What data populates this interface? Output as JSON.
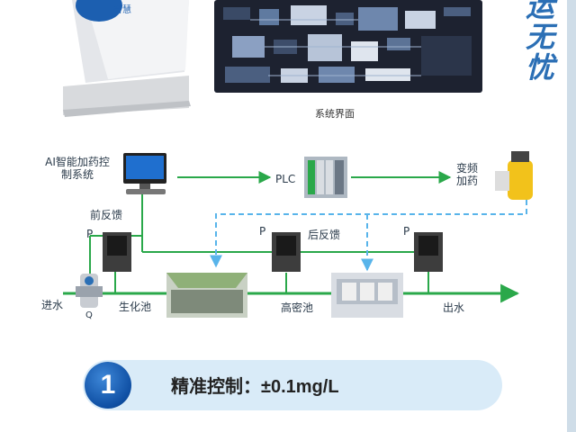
{
  "screen": {
    "caption": "系统界面"
  },
  "kiosk": {
    "brand_text": "智慧"
  },
  "slogan": {
    "chars": [
      "运",
      "无",
      "忧"
    ]
  },
  "diagram": {
    "ai_system_label": "AI智能加药控制系统",
    "plc_label": "PLC",
    "dosing_label": "变频加药",
    "feedforward_label": "前反馈",
    "feedback_label": "后反馈",
    "p_label": "P",
    "q_label": "Q",
    "inflow_label": "进水",
    "bio_tank_label": "生化池",
    "hd_tank_label": "高密池",
    "outflow_label": "出水"
  },
  "feature": {
    "number": "1",
    "text": "精准控制：±0.1mg/L"
  },
  "colors": {
    "flow_line": "#2aa84a",
    "signal_line": "#58b4ea",
    "accent": "#2b6fb5",
    "pill_bg": "#d9ebf8"
  }
}
